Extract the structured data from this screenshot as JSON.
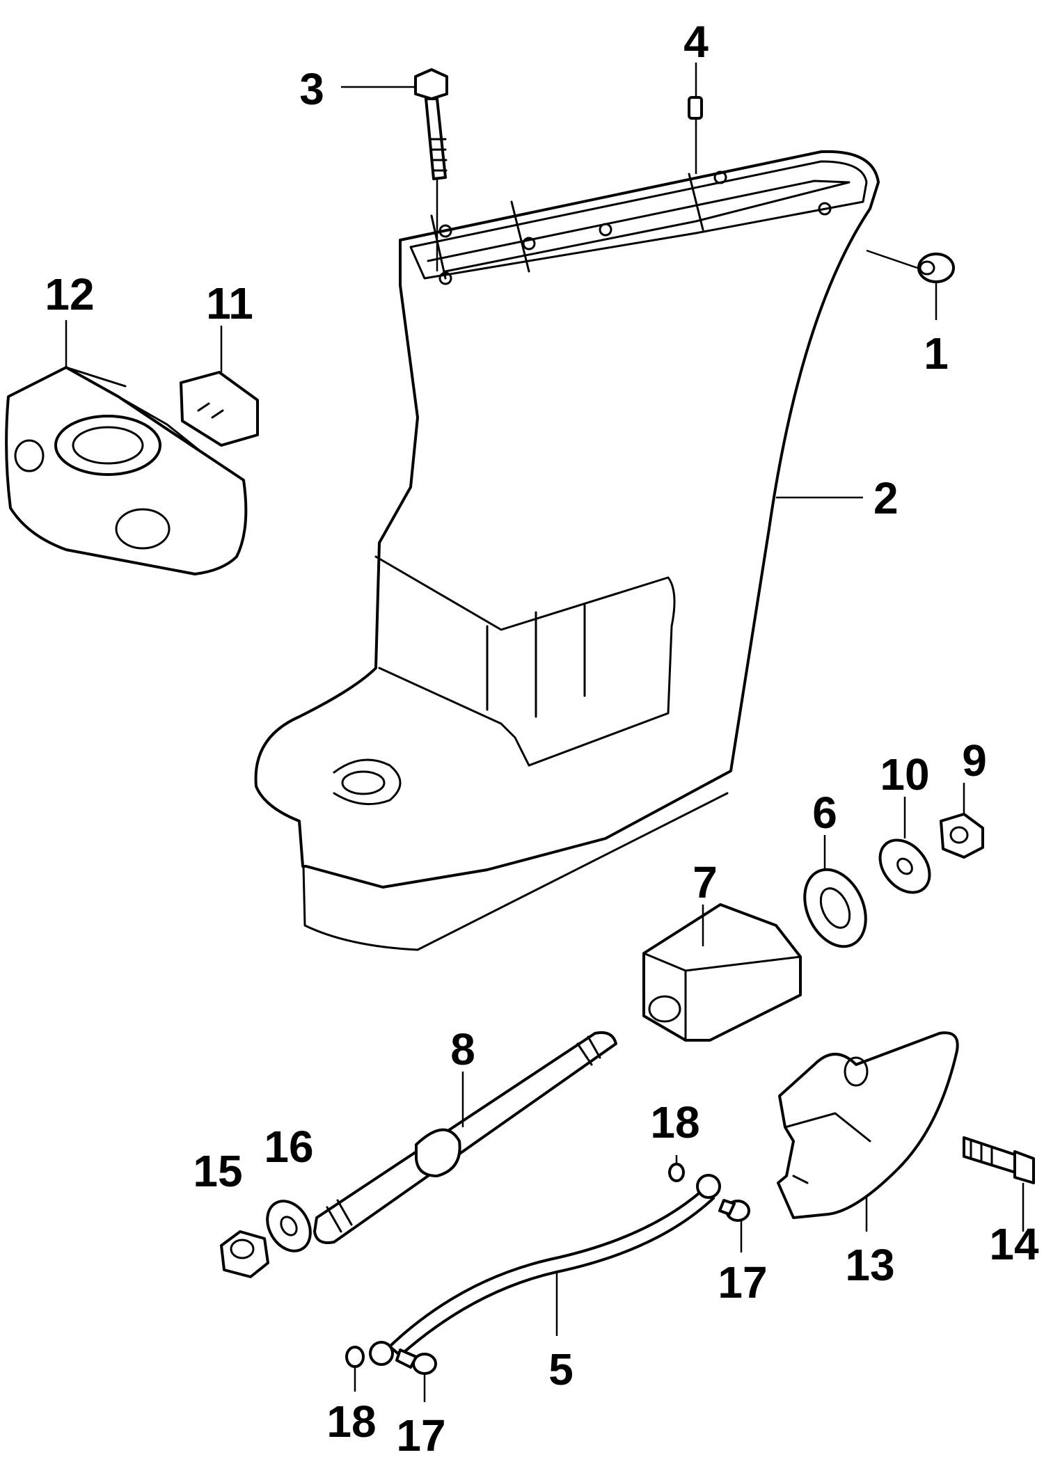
{
  "diagram": {
    "callouts": [
      "1",
      "2",
      "3",
      "4",
      "5",
      "6",
      "7",
      "8",
      "9",
      "10",
      "11",
      "12",
      "13",
      "14",
      "15",
      "16",
      "17",
      "17",
      "18",
      "18"
    ]
  }
}
